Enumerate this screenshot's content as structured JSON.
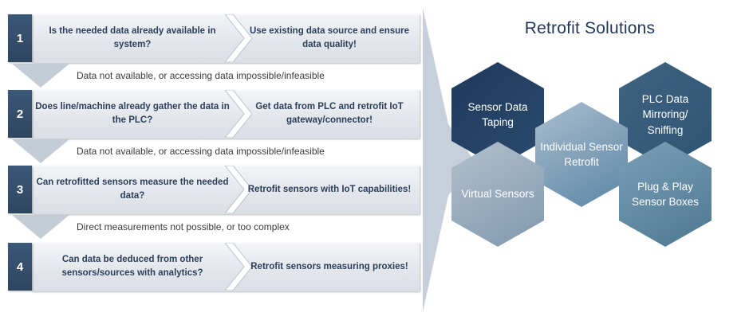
{
  "flow": {
    "steps": [
      {
        "number": "1",
        "question": "Is the needed data already available in system?",
        "answer": "Use existing data source and ensure data quality!"
      },
      {
        "number": "2",
        "question": "Does line/machine already gather the data in the PLC?",
        "answer": "Get data from PLC and retrofit IoT gateway/connector!"
      },
      {
        "number": "3",
        "question": "Can retrofitted sensors measure the needed data?",
        "answer": "Retrofit sensors with IoT capabilities!"
      },
      {
        "number": "4",
        "question": "Can data be deduced from other sensors/sources with analytics?",
        "answer": "Retrofit sensors measuring proxies!"
      }
    ],
    "connectors": [
      "Data not available, or accessing data impossible/infeasible",
      "Data not available, or accessing data impossible/infeasible",
      "Direct measurements not possible, or too complex"
    ]
  },
  "arrow": {
    "name": "leads-to-arrow",
    "color": "#c7cfda"
  },
  "solutions": {
    "title": "Retrofit Solutions",
    "title_color": "#24395a",
    "hexagons": [
      {
        "label": "Sensor Data Taping",
        "color_from": "#1e3a5c",
        "color_to": "#2b4a6b"
      },
      {
        "label": "PLC Data Mirroring/ Sniffing",
        "color_from": "#3f6281",
        "color_to": "#2f5472"
      },
      {
        "label": "Individual Sensor Retrofit",
        "color_from": "#a9bdce",
        "color_to": "#5c86a5"
      },
      {
        "label": "Virtual Sensors",
        "color_from": "#b3c0cd",
        "color_to": "#7f98ae"
      },
      {
        "label": "Plug & Play Sensor Boxes",
        "color_from": "#7ba0b8",
        "color_to": "#4d7791"
      }
    ]
  }
}
